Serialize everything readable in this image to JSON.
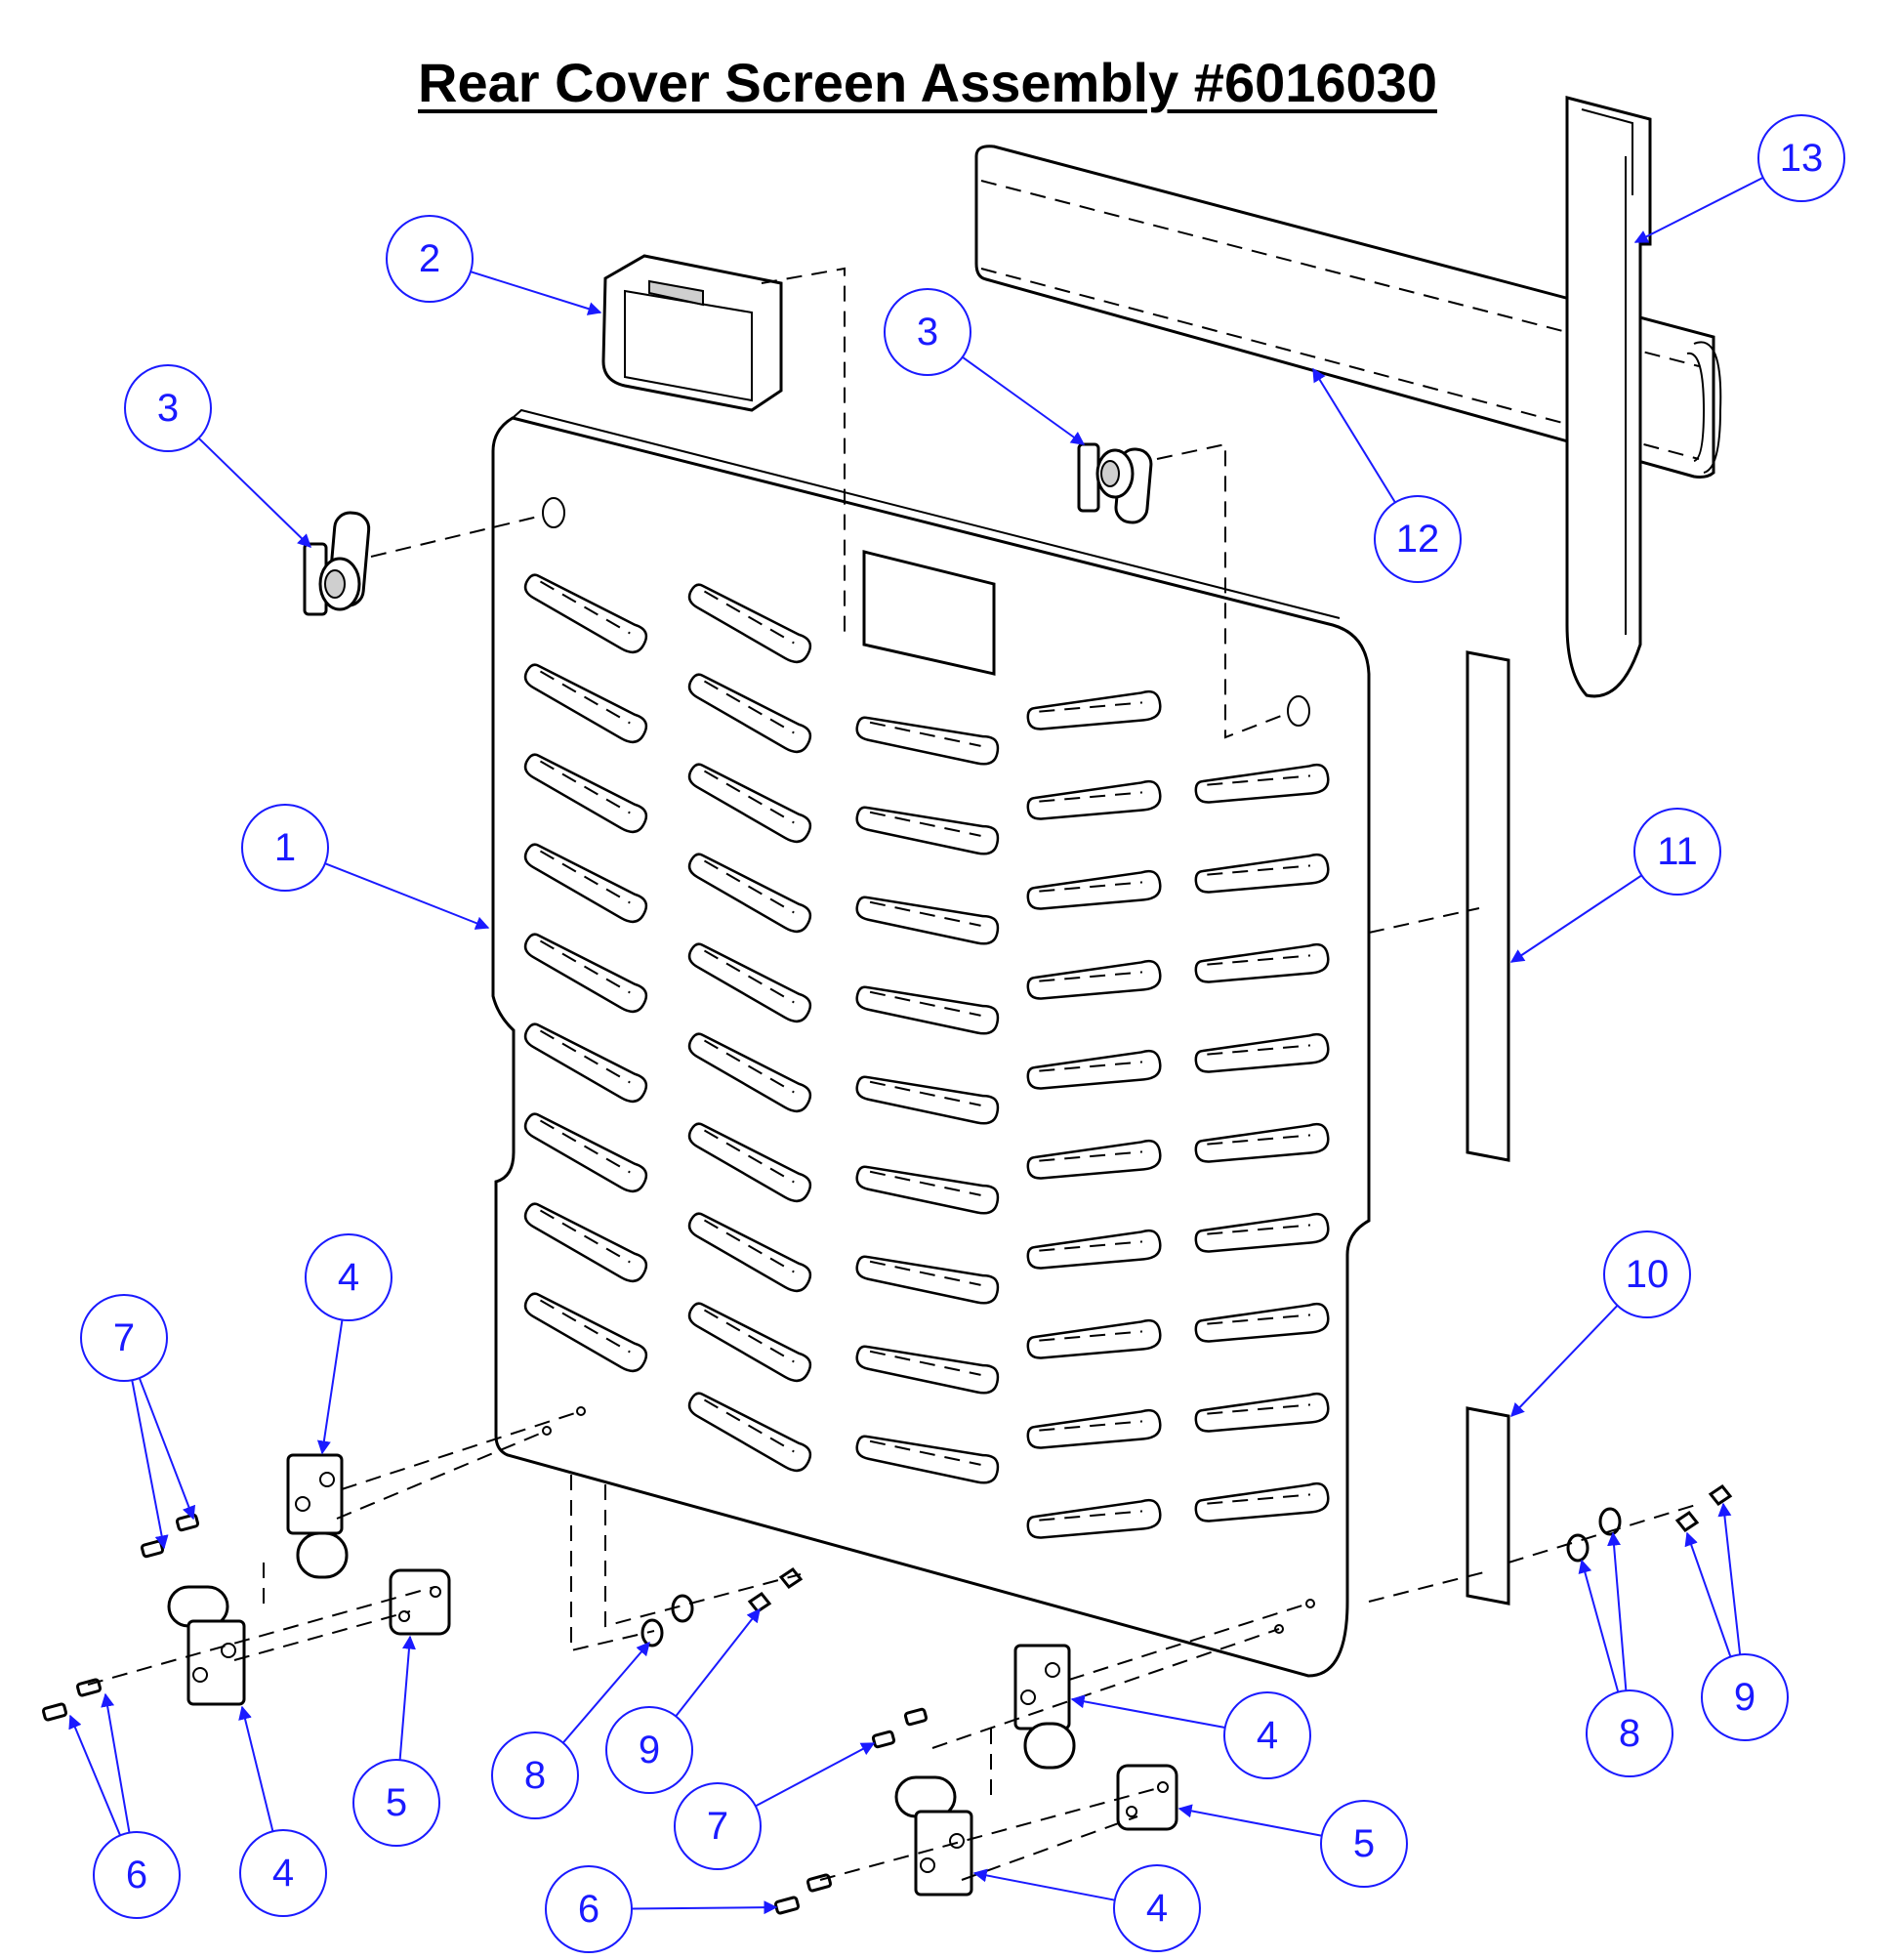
{
  "title": "Rear Cover Screen Assembly #6016030",
  "colors": {
    "callout": "#1a1aff",
    "line": "#000000",
    "background": "#ffffff"
  },
  "callouts": [
    {
      "label": "1"
    },
    {
      "label": "2"
    },
    {
      "label": "3"
    },
    {
      "label": "3"
    },
    {
      "label": "4"
    },
    {
      "label": "4"
    },
    {
      "label": "4"
    },
    {
      "label": "4"
    },
    {
      "label": "5"
    },
    {
      "label": "5"
    },
    {
      "label": "6"
    },
    {
      "label": "6"
    },
    {
      "label": "7"
    },
    {
      "label": "7"
    },
    {
      "label": "8"
    },
    {
      "label": "8"
    },
    {
      "label": "9"
    },
    {
      "label": "9"
    },
    {
      "label": "10"
    },
    {
      "label": "11"
    },
    {
      "label": "12"
    },
    {
      "label": "13"
    }
  ]
}
